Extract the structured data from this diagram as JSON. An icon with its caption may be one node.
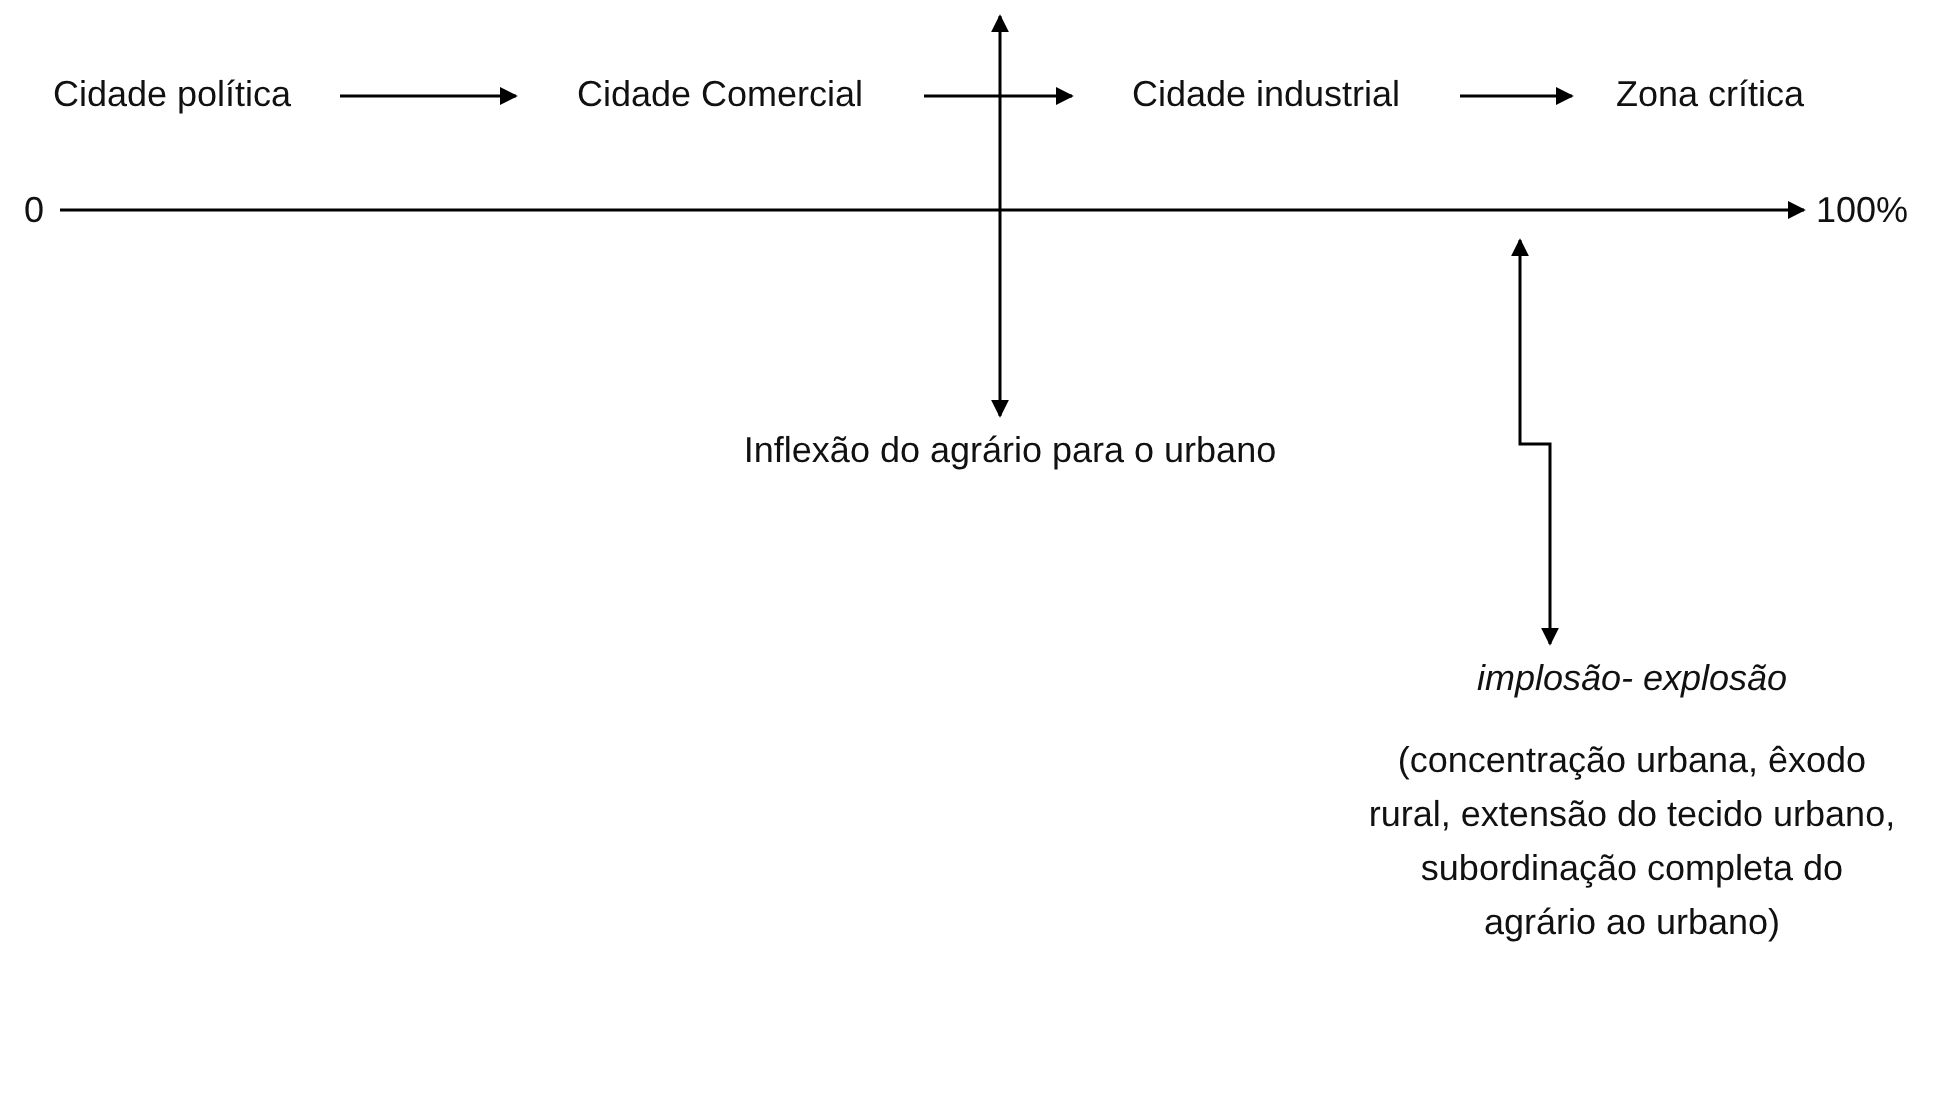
{
  "diagram": {
    "nodes": [
      {
        "text": [
          "Cidade política"
        ]
      },
      {
        "text": [
          "Cidade Comercial"
        ]
      },
      {
        "text": [
          "Cidade industrial"
        ]
      },
      {
        "text": [
          "Zona crítica"
        ]
      },
      {
        "text": [
          "Inflexão do agrário para o urbano"
        ]
      },
      {
        "text": [
          "implosão- explosão",
          "(concentração urbana, êxodo rural, extensão do tecido urbano, subordinação completa do agrário ao urbano)"
        ]
      }
    ],
    "edges": [
      {
        "from": 0,
        "to": 1,
        "arrow": "to"
      },
      {
        "from": 1,
        "to": 2,
        "arrow": "to"
      },
      {
        "from": 2,
        "to": 3,
        "arrow": "to"
      },
      {
        "from": null,
        "to": 4,
        "arrow": "both"
      },
      {
        "from": null,
        "to": 5,
        "arrow": "both"
      }
    ],
    "labels": [
      "0",
      "100%"
    ]
  }
}
